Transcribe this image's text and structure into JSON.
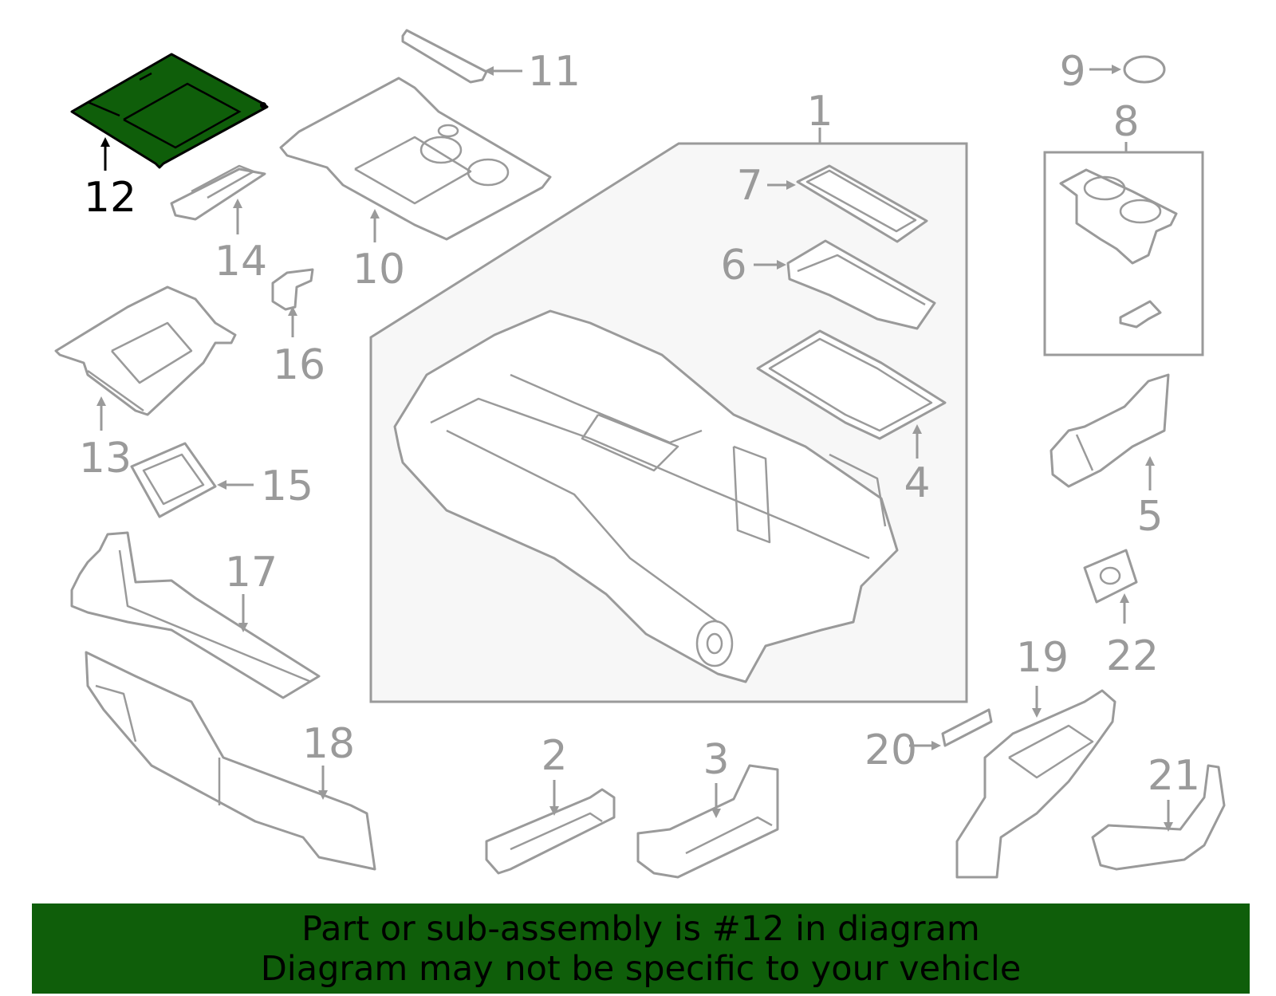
{
  "diagram": {
    "highlighted_part": "12",
    "highlight_color": "#0f5e0a",
    "line_color": "#9a9a9a",
    "callouts": {
      "c1": "1",
      "c2": "2",
      "c3": "3",
      "c4": "4",
      "c5": "5",
      "c6": "6",
      "c7": "7",
      "c8": "8",
      "c9": "9",
      "c10": "10",
      "c11": "11",
      "c12": "12",
      "c13": "13",
      "c14": "14",
      "c15": "15",
      "c16": "16",
      "c17": "17",
      "c18": "18",
      "c19": "19",
      "c20": "20",
      "c21": "21",
      "c22": "22"
    }
  },
  "footer": {
    "background_color": "#0f5e0a",
    "line1": "Part or sub-assembly is #12 in diagram",
    "line2": "Diagram may not be specific to your vehicle"
  }
}
